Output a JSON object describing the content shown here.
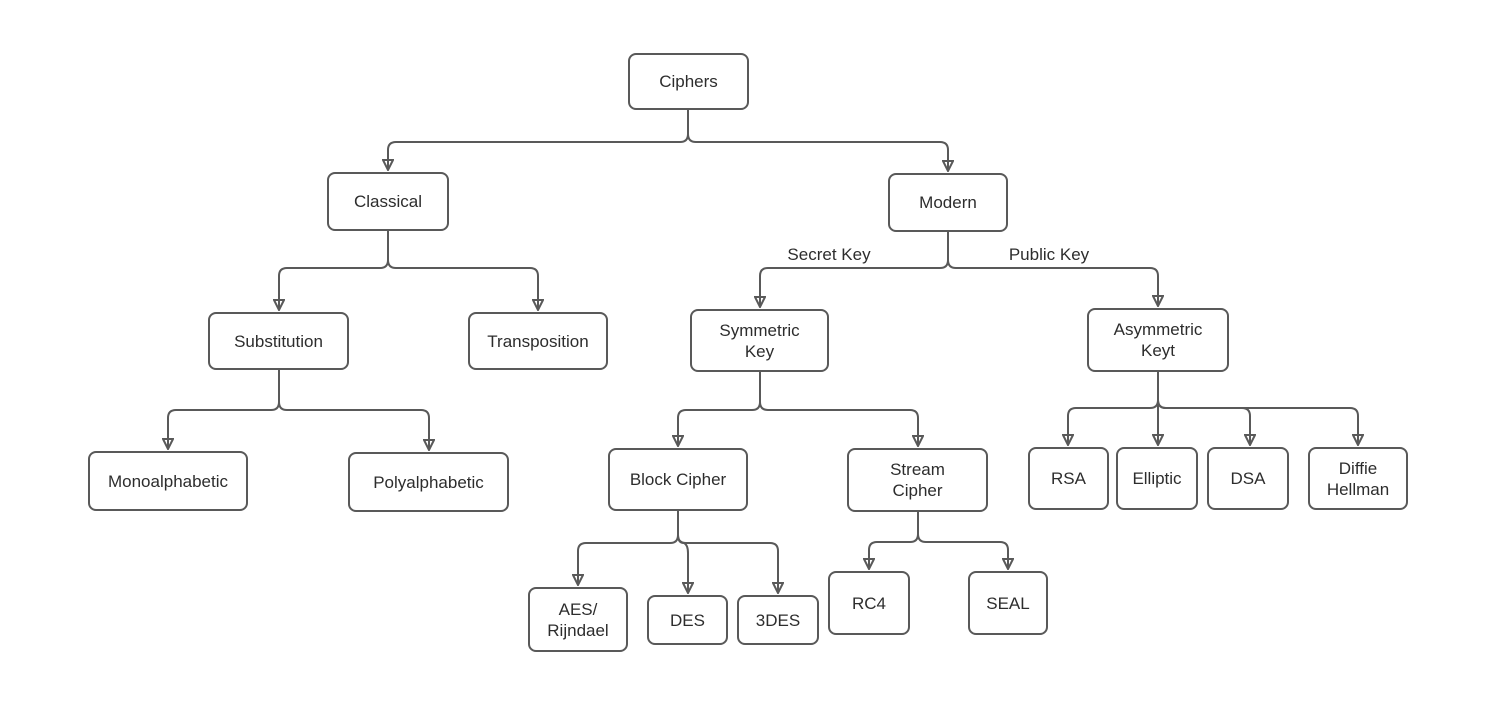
{
  "diagram": {
    "type": "tree",
    "background": "#ffffff",
    "colors": {
      "connector": "#595959",
      "node_border": "#595959",
      "node_fill": "#ffffff",
      "text": "#2d2d2d"
    },
    "nodes": {
      "ciphers": {
        "label": "Ciphers"
      },
      "classical": {
        "label": "Classical"
      },
      "modern": {
        "label": "Modern"
      },
      "substitution": {
        "label": "Substitution"
      },
      "transposition": {
        "label": "Transposition"
      },
      "monoalphabetic": {
        "label": "Monoalphabetic"
      },
      "polyalphabetic": {
        "label": "Polyalphabetic"
      },
      "symmetric_key": {
        "label": "Symmetric\nKey"
      },
      "asymmetric_key": {
        "label": "Asymmetric\nKeyt"
      },
      "block_cipher": {
        "label": "Block Cipher"
      },
      "stream_cipher": {
        "label": "Stream\nCipher"
      },
      "aes_rijndael": {
        "label": "AES/\nRijndael"
      },
      "des": {
        "label": "DES"
      },
      "3des": {
        "label": "3DES"
      },
      "rc4": {
        "label": "RC4"
      },
      "seal": {
        "label": "SEAL"
      },
      "rsa": {
        "label": "RSA"
      },
      "elliptic": {
        "label": "Elliptic"
      },
      "dsa": {
        "label": "DSA"
      },
      "diffie_hellman": {
        "label": "Diffie\nHellman"
      }
    },
    "edges": [
      {
        "from": "ciphers",
        "to": "classical"
      },
      {
        "from": "ciphers",
        "to": "modern"
      },
      {
        "from": "classical",
        "to": "substitution"
      },
      {
        "from": "classical",
        "to": "transposition"
      },
      {
        "from": "substitution",
        "to": "monoalphabetic"
      },
      {
        "from": "substitution",
        "to": "polyalphabetic"
      },
      {
        "from": "modern",
        "to": "symmetric_key",
        "label": "Secret Key"
      },
      {
        "from": "modern",
        "to": "asymmetric_key",
        "label": "Public Key"
      },
      {
        "from": "symmetric_key",
        "to": "block_cipher"
      },
      {
        "from": "symmetric_key",
        "to": "stream_cipher"
      },
      {
        "from": "block_cipher",
        "to": "aes_rijndael"
      },
      {
        "from": "block_cipher",
        "to": "des"
      },
      {
        "from": "block_cipher",
        "to": "3des"
      },
      {
        "from": "stream_cipher",
        "to": "rc4"
      },
      {
        "from": "stream_cipher",
        "to": "seal"
      },
      {
        "from": "asymmetric_key",
        "to": "rsa"
      },
      {
        "from": "asymmetric_key",
        "to": "elliptic"
      },
      {
        "from": "asymmetric_key",
        "to": "dsa"
      },
      {
        "from": "asymmetric_key",
        "to": "diffie_hellman"
      }
    ]
  }
}
